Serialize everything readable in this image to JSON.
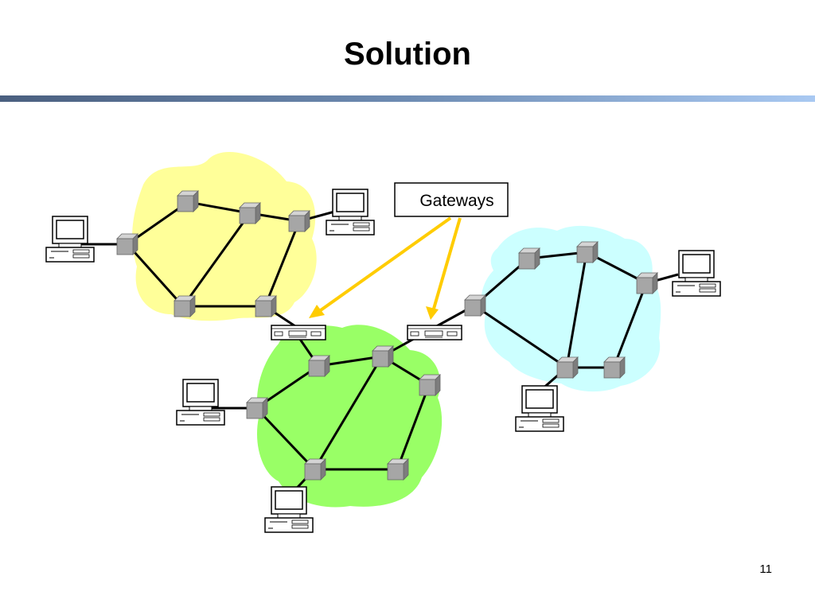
{
  "slide": {
    "title": "Solution",
    "page_number": "11"
  },
  "diagram": {
    "callout_label": "Gateways",
    "colors": {
      "network_left": "#ffff99",
      "network_center": "#99ff66",
      "network_right": "#ccffff",
      "arrow": "#ffcc00",
      "link": "#000000",
      "router": "#a6a6a6"
    },
    "networks": [
      "network-left",
      "network-center",
      "network-right"
    ],
    "icons": [
      "router-icon",
      "computer-icon",
      "gateway-icon"
    ]
  }
}
